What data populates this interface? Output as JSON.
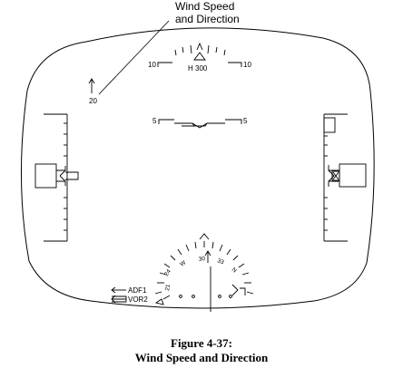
{
  "callout": {
    "line1": "Wind Speed",
    "line2": "and Direction"
  },
  "wind": {
    "speed_value": "20"
  },
  "pitch_ladder": {
    "left_upper": "10",
    "right_upper": "10",
    "left_lower": "5",
    "right_lower": "5"
  },
  "heading": {
    "readout": "H 300"
  },
  "compass": {
    "labels": [
      "24",
      "W",
      "30",
      "33",
      "N",
      "21"
    ]
  },
  "nav_sources": {
    "primary": "ADF1",
    "secondary": "VOR2"
  },
  "caption": {
    "line1": "Figure 4-37:",
    "line2": "Wind Speed and Direction"
  }
}
